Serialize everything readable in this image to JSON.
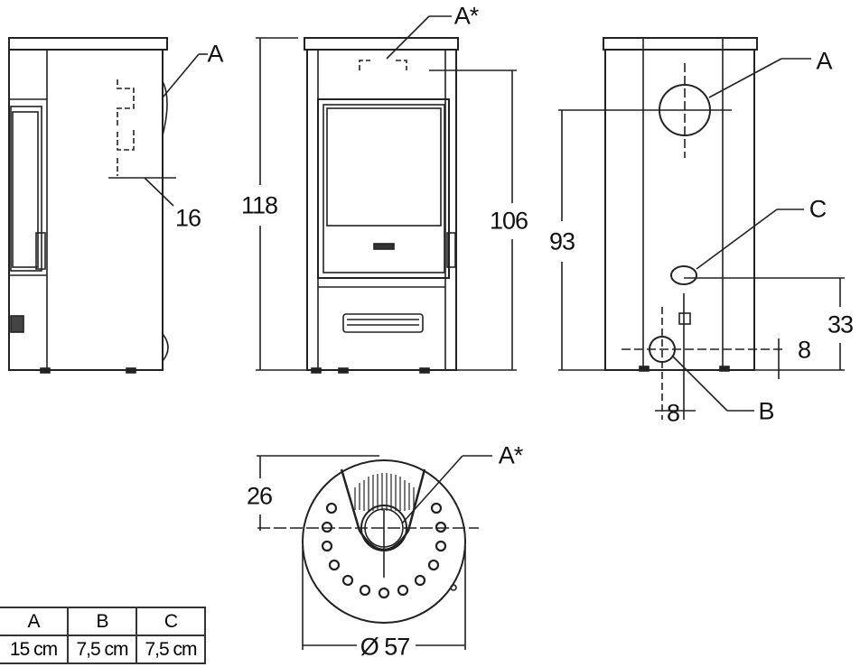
{
  "labels": {
    "side_flue": "A",
    "side_offset": "16",
    "front_height": "118",
    "front_flue_height": "106",
    "top_flue": "A*",
    "rear_flue": "A",
    "rear_flue_height": "93",
    "rear_air": "C",
    "rear_air_height": "33",
    "rear_b_offset_v": "8",
    "rear_b_offset_h": "8",
    "rear_b": "B",
    "plan_depth": "26",
    "plan_top_flue": "A*",
    "plan_diameter": "Ø 57"
  },
  "table": {
    "headers": [
      "A",
      "B",
      "C"
    ],
    "values": [
      "15 cm",
      "7,5 cm",
      "7,5 cm"
    ]
  }
}
